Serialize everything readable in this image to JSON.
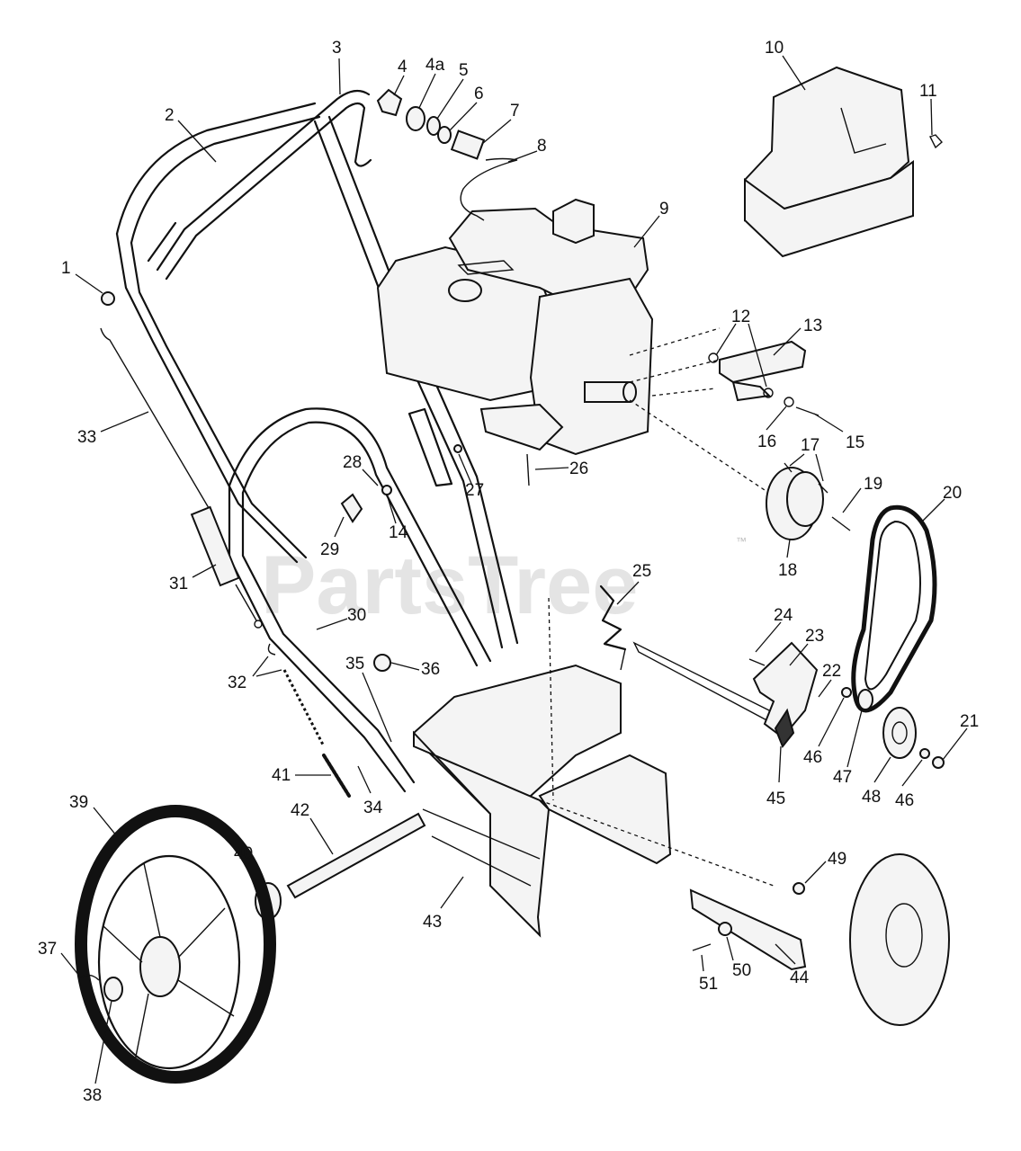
{
  "watermark": {
    "text": "PartsTree",
    "trademark": "™"
  },
  "callouts": [
    "1",
    "2",
    "3",
    "4",
    "4a",
    "5",
    "6",
    "7",
    "8",
    "9",
    "10",
    "11",
    "12",
    "13",
    "14",
    "15",
    "16",
    "17",
    "18",
    "19",
    "20",
    "21",
    "22",
    "23",
    "24",
    "25",
    "26",
    "27",
    "28",
    "29",
    "30",
    "31",
    "32",
    "33",
    "34",
    "35",
    "36",
    "37",
    "38",
    "39",
    "40",
    "41",
    "42",
    "43",
    "44",
    "45",
    "46",
    "47",
    "48",
    "49",
    "50",
    "51"
  ],
  "labels": [
    {
      "id": "1",
      "text": "1"
    },
    {
      "id": "2",
      "text": "2"
    },
    {
      "id": "3",
      "text": "3"
    },
    {
      "id": "4",
      "text": "4"
    },
    {
      "id": "4a",
      "text": "4a"
    },
    {
      "id": "5",
      "text": "5"
    },
    {
      "id": "6",
      "text": "6"
    },
    {
      "id": "7",
      "text": "7"
    },
    {
      "id": "8",
      "text": "8"
    },
    {
      "id": "9",
      "text": "9"
    },
    {
      "id": "10",
      "text": "10"
    },
    {
      "id": "11",
      "text": "11"
    },
    {
      "id": "12",
      "text": "12"
    },
    {
      "id": "13",
      "text": "13"
    },
    {
      "id": "14",
      "text": "14"
    },
    {
      "id": "15",
      "text": "15"
    },
    {
      "id": "16",
      "text": "16"
    },
    {
      "id": "17",
      "text": "17"
    },
    {
      "id": "18",
      "text": "18"
    },
    {
      "id": "19",
      "text": "19"
    },
    {
      "id": "20",
      "text": "20"
    },
    {
      "id": "21",
      "text": "21"
    },
    {
      "id": "22",
      "text": "22"
    },
    {
      "id": "23",
      "text": "23"
    },
    {
      "id": "24",
      "text": "24"
    },
    {
      "id": "25",
      "text": "25"
    },
    {
      "id": "26",
      "text": "26"
    },
    {
      "id": "27",
      "text": "27"
    },
    {
      "id": "28",
      "text": "28"
    },
    {
      "id": "29",
      "text": "29"
    },
    {
      "id": "30",
      "text": "30"
    },
    {
      "id": "31",
      "text": "31"
    },
    {
      "id": "32",
      "text": "32"
    },
    {
      "id": "33",
      "text": "33"
    },
    {
      "id": "34",
      "text": "34"
    },
    {
      "id": "35",
      "text": "35"
    },
    {
      "id": "36",
      "text": "36"
    },
    {
      "id": "37",
      "text": "37"
    },
    {
      "id": "38",
      "text": "38"
    },
    {
      "id": "39",
      "text": "39"
    },
    {
      "id": "40",
      "text": "40"
    },
    {
      "id": "41",
      "text": "41"
    },
    {
      "id": "42",
      "text": "42"
    },
    {
      "id": "43",
      "text": "43"
    },
    {
      "id": "44",
      "text": "44"
    },
    {
      "id": "45",
      "text": "45"
    },
    {
      "id": "46a",
      "text": "46"
    },
    {
      "id": "46b",
      "text": "46"
    },
    {
      "id": "47",
      "text": "47"
    },
    {
      "id": "48",
      "text": "48"
    },
    {
      "id": "49",
      "text": "49"
    },
    {
      "id": "50",
      "text": "50"
    },
    {
      "id": "51",
      "text": "51"
    }
  ]
}
